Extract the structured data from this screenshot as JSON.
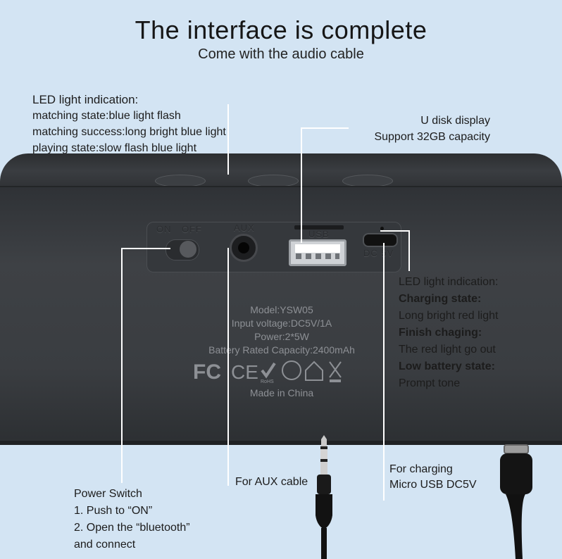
{
  "header": {
    "title": "The interface is complete",
    "subtitle": "Come with the audio cable"
  },
  "led_top": {
    "heading": "LED light indication:",
    "lines": [
      "matching state:blue light flash",
      "matching success:long bright blue light",
      "playing state:slow flash blue light"
    ]
  },
  "udisk": {
    "line1": "U disk  display",
    "line2": "Support 32GB capacity"
  },
  "led_right": {
    "heading": "LED light indication:",
    "charging_state": "Charging state:",
    "charging_desc": "Long bright red light",
    "finish_state": "Finish chaging:",
    "finish_desc": "The red light go out",
    "low_state": "Low battery state:",
    "low_desc": "Prompt tone"
  },
  "ports": {
    "switch_on": "ON",
    "switch_off": "OFF",
    "aux": "AUX",
    "usb": "USB",
    "dc": "DC 5V"
  },
  "specs": {
    "model": "Model:YSW05",
    "input": "Input voltage:DC5V/1A",
    "power": "Power:2*5W",
    "battery": "Battery Rated Capacity:2400mAh",
    "origin": "Made in China",
    "cert_fc": "FC",
    "cert_ce": "CE",
    "cert_rohs": "RoHS"
  },
  "power_switch": {
    "heading": "Power Switch",
    "step1": "1. Push to “ON”",
    "step2": "2. Open the “bluetooth”",
    "step3": "and connect"
  },
  "aux_note": "For AUX cable",
  "charging_note": {
    "line1": "For charging",
    "line2": "Micro USB DC5V"
  },
  "colors": {
    "background": "#d3e4f3",
    "speaker_body": "#3a3d41",
    "pointer_line": "#ffffff"
  }
}
